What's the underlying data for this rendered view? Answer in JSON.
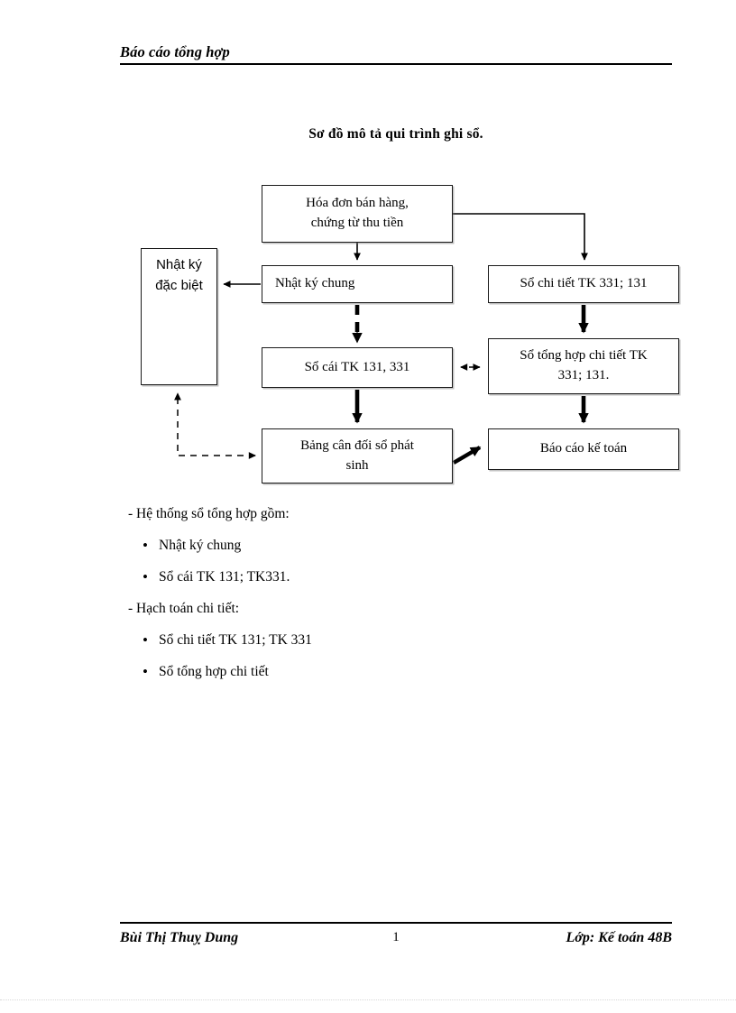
{
  "document": {
    "header_title": "Báo cáo tổng hợp",
    "page_number": "1",
    "footer_author": "Bùi Thị Thuỵ Dung",
    "footer_class": "Lớp: Kế toán 48B"
  },
  "diagram": {
    "title": "Sơ đồ mô tả qui trình ghi sổ.",
    "boxes": {
      "hoadon": "Hóa đơn bán hàng, chứng từ thu tiền",
      "hoadon_line1": "Hóa đơn bán hàng,",
      "hoadon_line2": "chứng từ thu tiền",
      "nhatky_dacbiet_line1": "Nhật ký",
      "nhatky_dacbiet_line2": "đặc biệt",
      "nhatky_chung": "Nhật ký chung",
      "so_chi_tiet": "Sổ chi tiết  TK 331; 131",
      "so_cai": "Sổ cái TK 131, 331",
      "so_tonghop_line1": "Sổ tổng hợp chi tiết  TK",
      "so_tonghop_line2": "331; 131.",
      "bang_candoi_line1": "Bảng  cân đối sổ phát",
      "bang_candoi_line2": "sinh",
      "bao_cao": "Báo cáo kế toán"
    },
    "connectors": [
      {
        "from": "hoadon",
        "to": "nhatky_chung",
        "style": "solid-thin",
        "direction": "down"
      },
      {
        "from": "hoadon",
        "to": "so_chi_tiet",
        "style": "solid-thin",
        "direction": "right-down"
      },
      {
        "from": "nhatky_chung",
        "to": "nhatky_dacbiet",
        "style": "solid-thin",
        "direction": "left"
      },
      {
        "from": "nhatky_chung",
        "to": "so_cai",
        "style": "dashed-thick",
        "direction": "down"
      },
      {
        "from": "so_chi_tiet",
        "to": "so_tonghop",
        "style": "solid-thick",
        "direction": "down"
      },
      {
        "from": "so_cai",
        "to": "so_tonghop",
        "style": "dashed-thin",
        "direction": "bidirectional"
      },
      {
        "from": "so_cai",
        "to": "bang_candoi",
        "style": "solid-thick",
        "direction": "down"
      },
      {
        "from": "so_tonghop",
        "to": "bao_cao",
        "style": "solid-thick",
        "direction": "down"
      },
      {
        "from": "bang_candoi",
        "to": "bao_cao",
        "style": "solid-thick",
        "direction": "diagonal-right"
      },
      {
        "from": "bang_candoi",
        "to": "nhatky_dacbiet",
        "style": "dashed-thin",
        "direction": "left-up"
      }
    ]
  },
  "body": {
    "lines": [
      {
        "kind": "dash",
        "text": "- Hệ thống sổ tổng hợp gồm:"
      },
      {
        "kind": "bullet",
        "text": "Nhật ký chung"
      },
      {
        "kind": "bullet",
        "text": "Sổ cái TK 131; TK331."
      },
      {
        "kind": "dash",
        "text": "- Hạch toán chi tiết:"
      },
      {
        "kind": "bullet",
        "text": "Sổ chi tiết  TK 131; TK 331"
      },
      {
        "kind": "bullet",
        "text": "Sổ tổng hợp chi tiết"
      }
    ],
    "bullet_glyph": "•"
  },
  "colors": {
    "ink": "#000000",
    "rule": "#000000",
    "box_border": "#1a1a1a",
    "page_bg": "#ffffff"
  }
}
